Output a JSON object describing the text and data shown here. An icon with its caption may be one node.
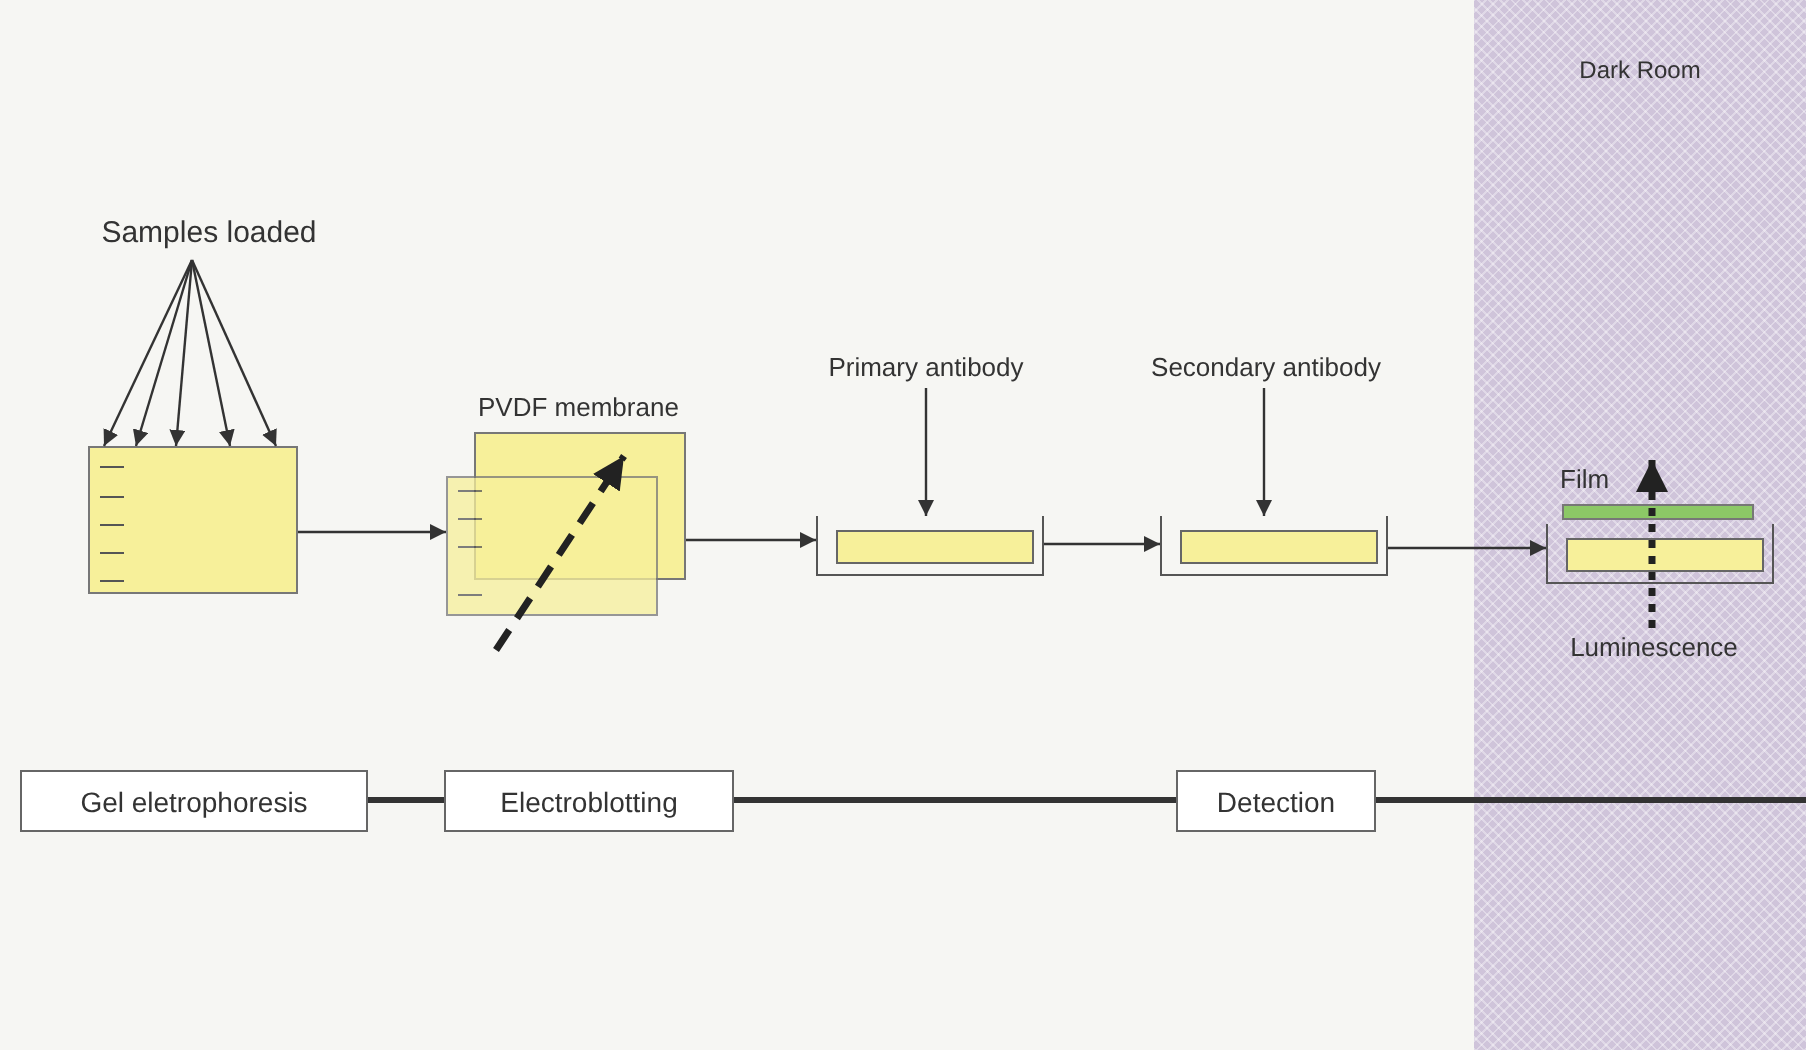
{
  "diagram": {
    "nodes": [
      {
        "text": [
          "Samples loaded"
        ]
      },
      {
        "text": [],
        "shape": "box"
      },
      {
        "text": [
          "PVDF membrane"
        ]
      },
      {
        "text": [],
        "shape": "box"
      },
      {
        "text": [
          "Primary antibody"
        ]
      },
      {
        "text": [],
        "shape": "tray"
      },
      {
        "text": [
          "Secondary antibody"
        ]
      },
      {
        "text": [],
        "shape": "tray"
      },
      {
        "text": [
          "Dark Room"
        ]
      },
      {
        "text": [],
        "shape": "tray",
        "in": 8
      },
      {
        "text": [
          "Film"
        ],
        "in": 8
      },
      {
        "text": [
          "Gel eletrophoresis"
        ]
      },
      {
        "text": [
          "Electroblotting"
        ]
      },
      {
        "text": [
          "Detection"
        ]
      }
    ],
    "edges": [
      {
        "from": 0,
        "to": 1,
        "arrow": "to"
      },
      {
        "from": 0,
        "to": 1,
        "arrow": "to"
      },
      {
        "from": 0,
        "to": 1,
        "arrow": "to"
      },
      {
        "from": 0,
        "to": 1,
        "arrow": "to"
      },
      {
        "from": 0,
        "to": 1,
        "arrow": "to"
      },
      {
        "from": 1,
        "to": 3,
        "arrow": "to"
      },
      {
        "from": 2,
        "to": 5,
        "arrow": "to"
      },
      {
        "from": 4,
        "to": 5,
        "arrow": "to"
      },
      {
        "from": 5,
        "to": 7,
        "arrow": "to"
      },
      {
        "from": 6,
        "to": 7,
        "arrow": "to"
      },
      {
        "from": 7,
        "to": 9,
        "arrow": "to"
      },
      {
        "from": 11,
        "to": 12,
        "arrow": "none",
        "style": "thick"
      },
      {
        "from": 12,
        "to": 13,
        "arrow": "none",
        "style": "thick"
      },
      {
        "from": 13,
        "to": 8,
        "arrow": "none",
        "style": "thick"
      }
    ],
    "labels": [
      "Luminescence"
    ]
  }
}
